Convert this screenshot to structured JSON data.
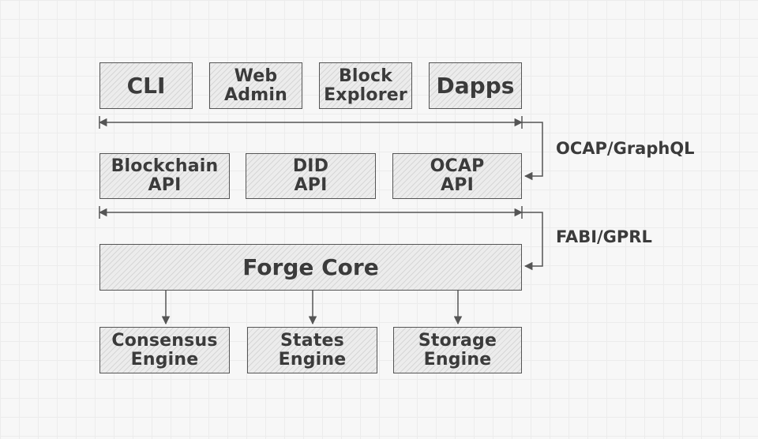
{
  "diagram": {
    "row1": [
      {
        "id": "cli",
        "label": "CLI"
      },
      {
        "id": "web-admin",
        "label": "Web\nAdmin"
      },
      {
        "id": "block-explorer",
        "label": "Block\nExplorer"
      },
      {
        "id": "dapps",
        "label": "Dapps"
      }
    ],
    "row2": [
      {
        "id": "blockchain-api",
        "label": "Blockchain\nAPI"
      },
      {
        "id": "did-api",
        "label": "DID\nAPI"
      },
      {
        "id": "ocap-api",
        "label": "OCAP\nAPI"
      }
    ],
    "core": {
      "label": "Forge Core"
    },
    "row3": [
      {
        "id": "consensus-engine",
        "label": "Consensus\nEngine"
      },
      {
        "id": "states-engine",
        "label": "States\nEngine"
      },
      {
        "id": "storage-engine",
        "label": "Storage\nEngine"
      }
    ],
    "connectors": {
      "upper": "OCAP/GraphQL",
      "lower": "FABI/GPRL"
    },
    "colors": {
      "stroke": "#555555",
      "text": "#3b3b3b",
      "hatch": "#d6d6d6"
    }
  }
}
